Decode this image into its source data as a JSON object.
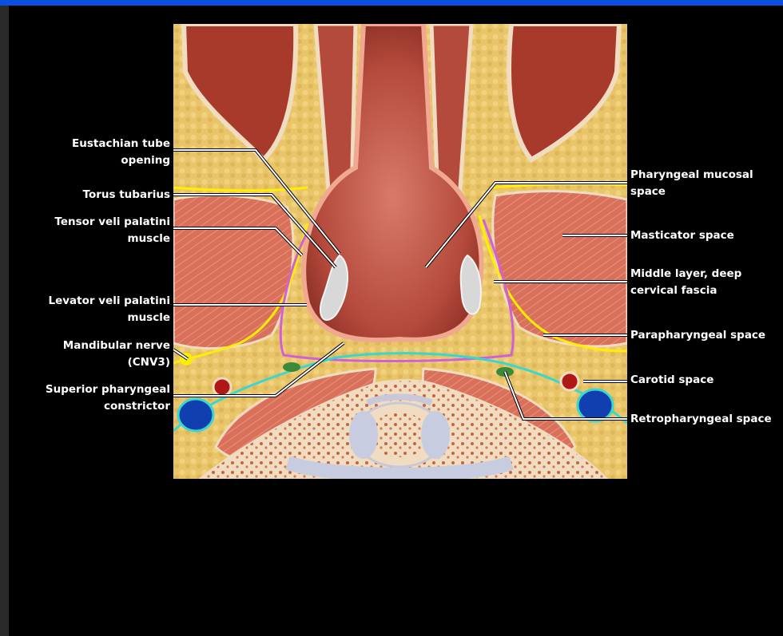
{
  "labels": {
    "eustachian": "Eustachian tube\nopening",
    "torus": "Torus tubarius",
    "tensor": "Tensor veli palatini\nmuscle",
    "levator": "Levator veli palatini\nmuscle",
    "mandibular": "Mandibular nerve\n(CNV3)",
    "superior": "Superior pharyngeal\nconstrictor",
    "mucosal": "Pharyngeal mucosal\nspace",
    "masticator": "Masticator space",
    "middle_layer": "Middle layer, deep\ncervical fascia",
    "parapharyngeal": "Parapharyngeal space",
    "carotid": "Carotid space",
    "retropharyngeal": "Retropharyngeal space"
  },
  "colors": {
    "background": "#000000",
    "top_bar": "#0a4fe0",
    "fat": "#e9c56a",
    "muscle": "#d9705a",
    "mucosa": "#b44a3c",
    "cartilage": "#d8d8d8",
    "fascia_yellow": "#ffee00",
    "fascia_magenta": "#d060d8",
    "fascia_cyan": "#38d8d0",
    "artery": "#b01818",
    "vein": "#1040b0",
    "bone": "#f0dcc0"
  }
}
